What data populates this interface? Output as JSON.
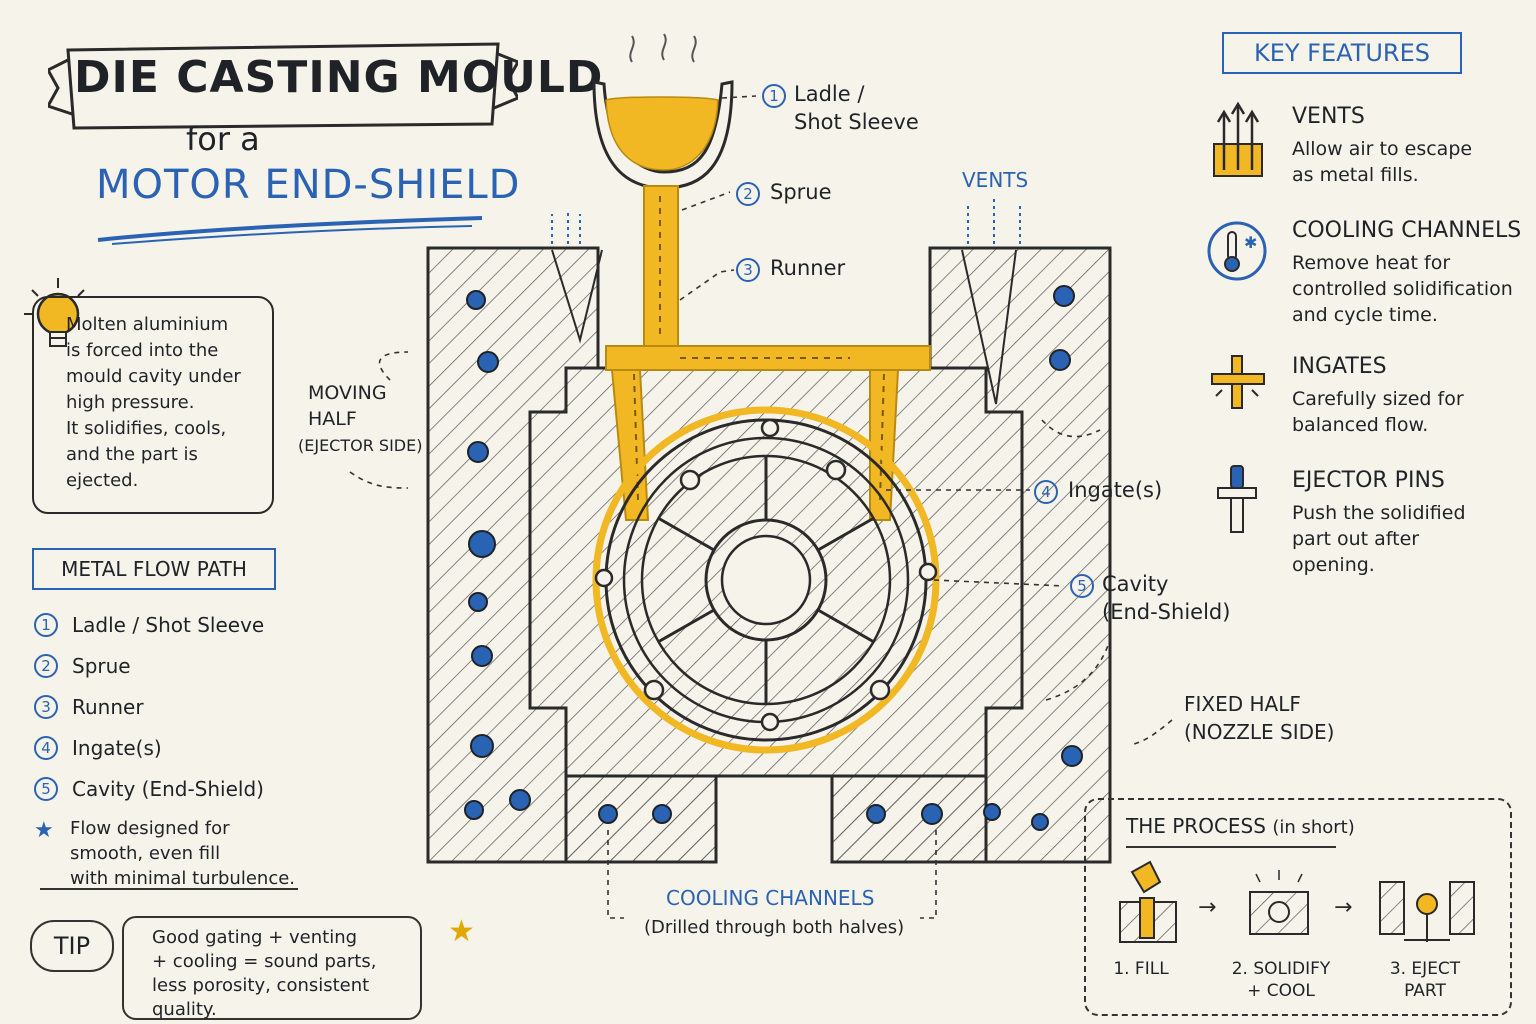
{
  "title": {
    "main": "DIE CASTING MOULD",
    "for": "for a",
    "subject": "MOTOR END-SHIELD"
  },
  "intro": "Molten aluminium\nis forced into the\nmould cavity under\nhigh pressure.\nIt solidifies, cools,\nand the part is\nejected.",
  "flow_path": {
    "heading": "METAL FLOW PATH",
    "items": [
      {
        "num": "1",
        "label": "Ladle / Shot Sleeve"
      },
      {
        "num": "2",
        "label": "Sprue"
      },
      {
        "num": "3",
        "label": "Runner"
      },
      {
        "num": "4",
        "label": "Ingate(s)"
      },
      {
        "num": "5",
        "label": "Cavity (End-Shield)"
      }
    ],
    "note": "Flow designed for\nsmooth, even fill\nwith minimal turbulence."
  },
  "tip": {
    "label": "TIP",
    "text": "Good gating + venting\n+ cooling = sound parts,\nless porosity, consistent\nquality."
  },
  "key_features": {
    "heading": "KEY FEATURES",
    "items": [
      {
        "icon": "vents-icon",
        "title": "VENTS",
        "desc": "Allow air to escape\nas metal fills."
      },
      {
        "icon": "thermometer-icon",
        "title": "COOLING CHANNELS",
        "desc": "Remove heat for\ncontrolled solidification\nand cycle time."
      },
      {
        "icon": "ingate-cross-icon",
        "title": "INGATES",
        "desc": "Carefully sized for\nbalanced flow."
      },
      {
        "icon": "ejector-pin-icon",
        "title": "EJECTOR PINS",
        "desc": "Push the solidified\npart out after\nopening."
      }
    ]
  },
  "diagram": {
    "labels": {
      "ladle": "Ladle /\nShot Sleeve",
      "sprue": "Sprue",
      "runner": "Runner",
      "ingate": "Ingate(s)",
      "cavity": "Cavity\n(End-Shield)",
      "vents": "VENTS",
      "moving_half": "MOVING\nHALF",
      "moving_half_sub": "(EJECTOR SIDE)",
      "fixed_half": "FIXED HALF\n(NOZZLE SIDE)",
      "cooling": "COOLING CHANNELS",
      "cooling_sub": "(Drilled through both halves)"
    },
    "numbers": {
      "ladle": "1",
      "sprue": "2",
      "runner": "3",
      "ingate": "4",
      "cavity": "5"
    },
    "colors": {
      "metal": "#f2b824",
      "accent_blue": "#2a63b3",
      "ink": "#2a2a2a"
    }
  },
  "process": {
    "title": "THE PROCESS",
    "title_sub": "(in short)",
    "steps": [
      {
        "label": "1. FILL"
      },
      {
        "label": "2. SOLIDIFY\n+ COOL"
      },
      {
        "label": "3. EJECT\nPART"
      }
    ]
  }
}
